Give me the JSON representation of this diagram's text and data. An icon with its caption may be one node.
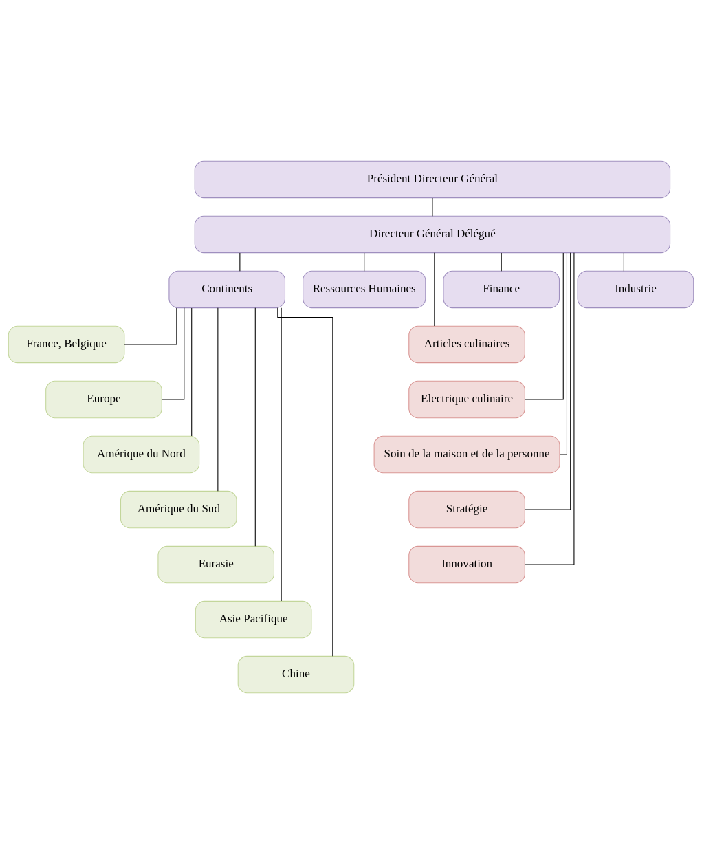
{
  "diagram": {
    "nodes": [
      {
        "text": [
          "Président Directeur Général"
        ]
      },
      {
        "text": [
          "Directeur Général Délégué"
        ]
      },
      {
        "text": [
          "Continents"
        ]
      },
      {
        "text": [
          "Ressources Humaines"
        ]
      },
      {
        "text": [
          "Finance"
        ]
      },
      {
        "text": [
          "Industrie"
        ]
      },
      {
        "text": [
          "France, Belgique"
        ]
      },
      {
        "text": [
          "Europe"
        ]
      },
      {
        "text": [
          "Amérique du Nord"
        ]
      },
      {
        "text": [
          "Amérique du Sud"
        ]
      },
      {
        "text": [
          "Eurasie"
        ]
      },
      {
        "text": [
          "Asie Pacifique"
        ]
      },
      {
        "text": [
          "Chine"
        ]
      },
      {
        "text": [
          "Articles culinaires"
        ]
      },
      {
        "text": [
          "Electrique culinaire"
        ]
      },
      {
        "text": [
          "Soin de la maison et de la personne"
        ]
      },
      {
        "text": [
          "Stratégie"
        ]
      },
      {
        "text": [
          "Innovation"
        ]
      }
    ],
    "edges": [
      {
        "from": 0,
        "to": 1,
        "arrow": "none"
      },
      {
        "from": 1,
        "to": 2,
        "arrow": "none"
      },
      {
        "from": 1,
        "to": 3,
        "arrow": "none"
      },
      {
        "from": 1,
        "to": 4,
        "arrow": "none"
      },
      {
        "from": 1,
        "to": 5,
        "arrow": "none"
      },
      {
        "from": 2,
        "to": 6,
        "arrow": "none"
      },
      {
        "from": 2,
        "to": 7,
        "arrow": "none"
      },
      {
        "from": 2,
        "to": 8,
        "arrow": "none"
      },
      {
        "from": 2,
        "to": 9,
        "arrow": "none"
      },
      {
        "from": 2,
        "to": 10,
        "arrow": "none"
      },
      {
        "from": 2,
        "to": 11,
        "arrow": "none"
      },
      {
        "from": 2,
        "to": 12,
        "arrow": "none"
      },
      {
        "from": 1,
        "to": 13,
        "arrow": "none"
      },
      {
        "from": 1,
        "to": 14,
        "arrow": "none"
      },
      {
        "from": 1,
        "to": 15,
        "arrow": "none"
      },
      {
        "from": 1,
        "to": 16,
        "arrow": "none"
      },
      {
        "from": 1,
        "to": 17,
        "arrow": "none"
      }
    ]
  }
}
